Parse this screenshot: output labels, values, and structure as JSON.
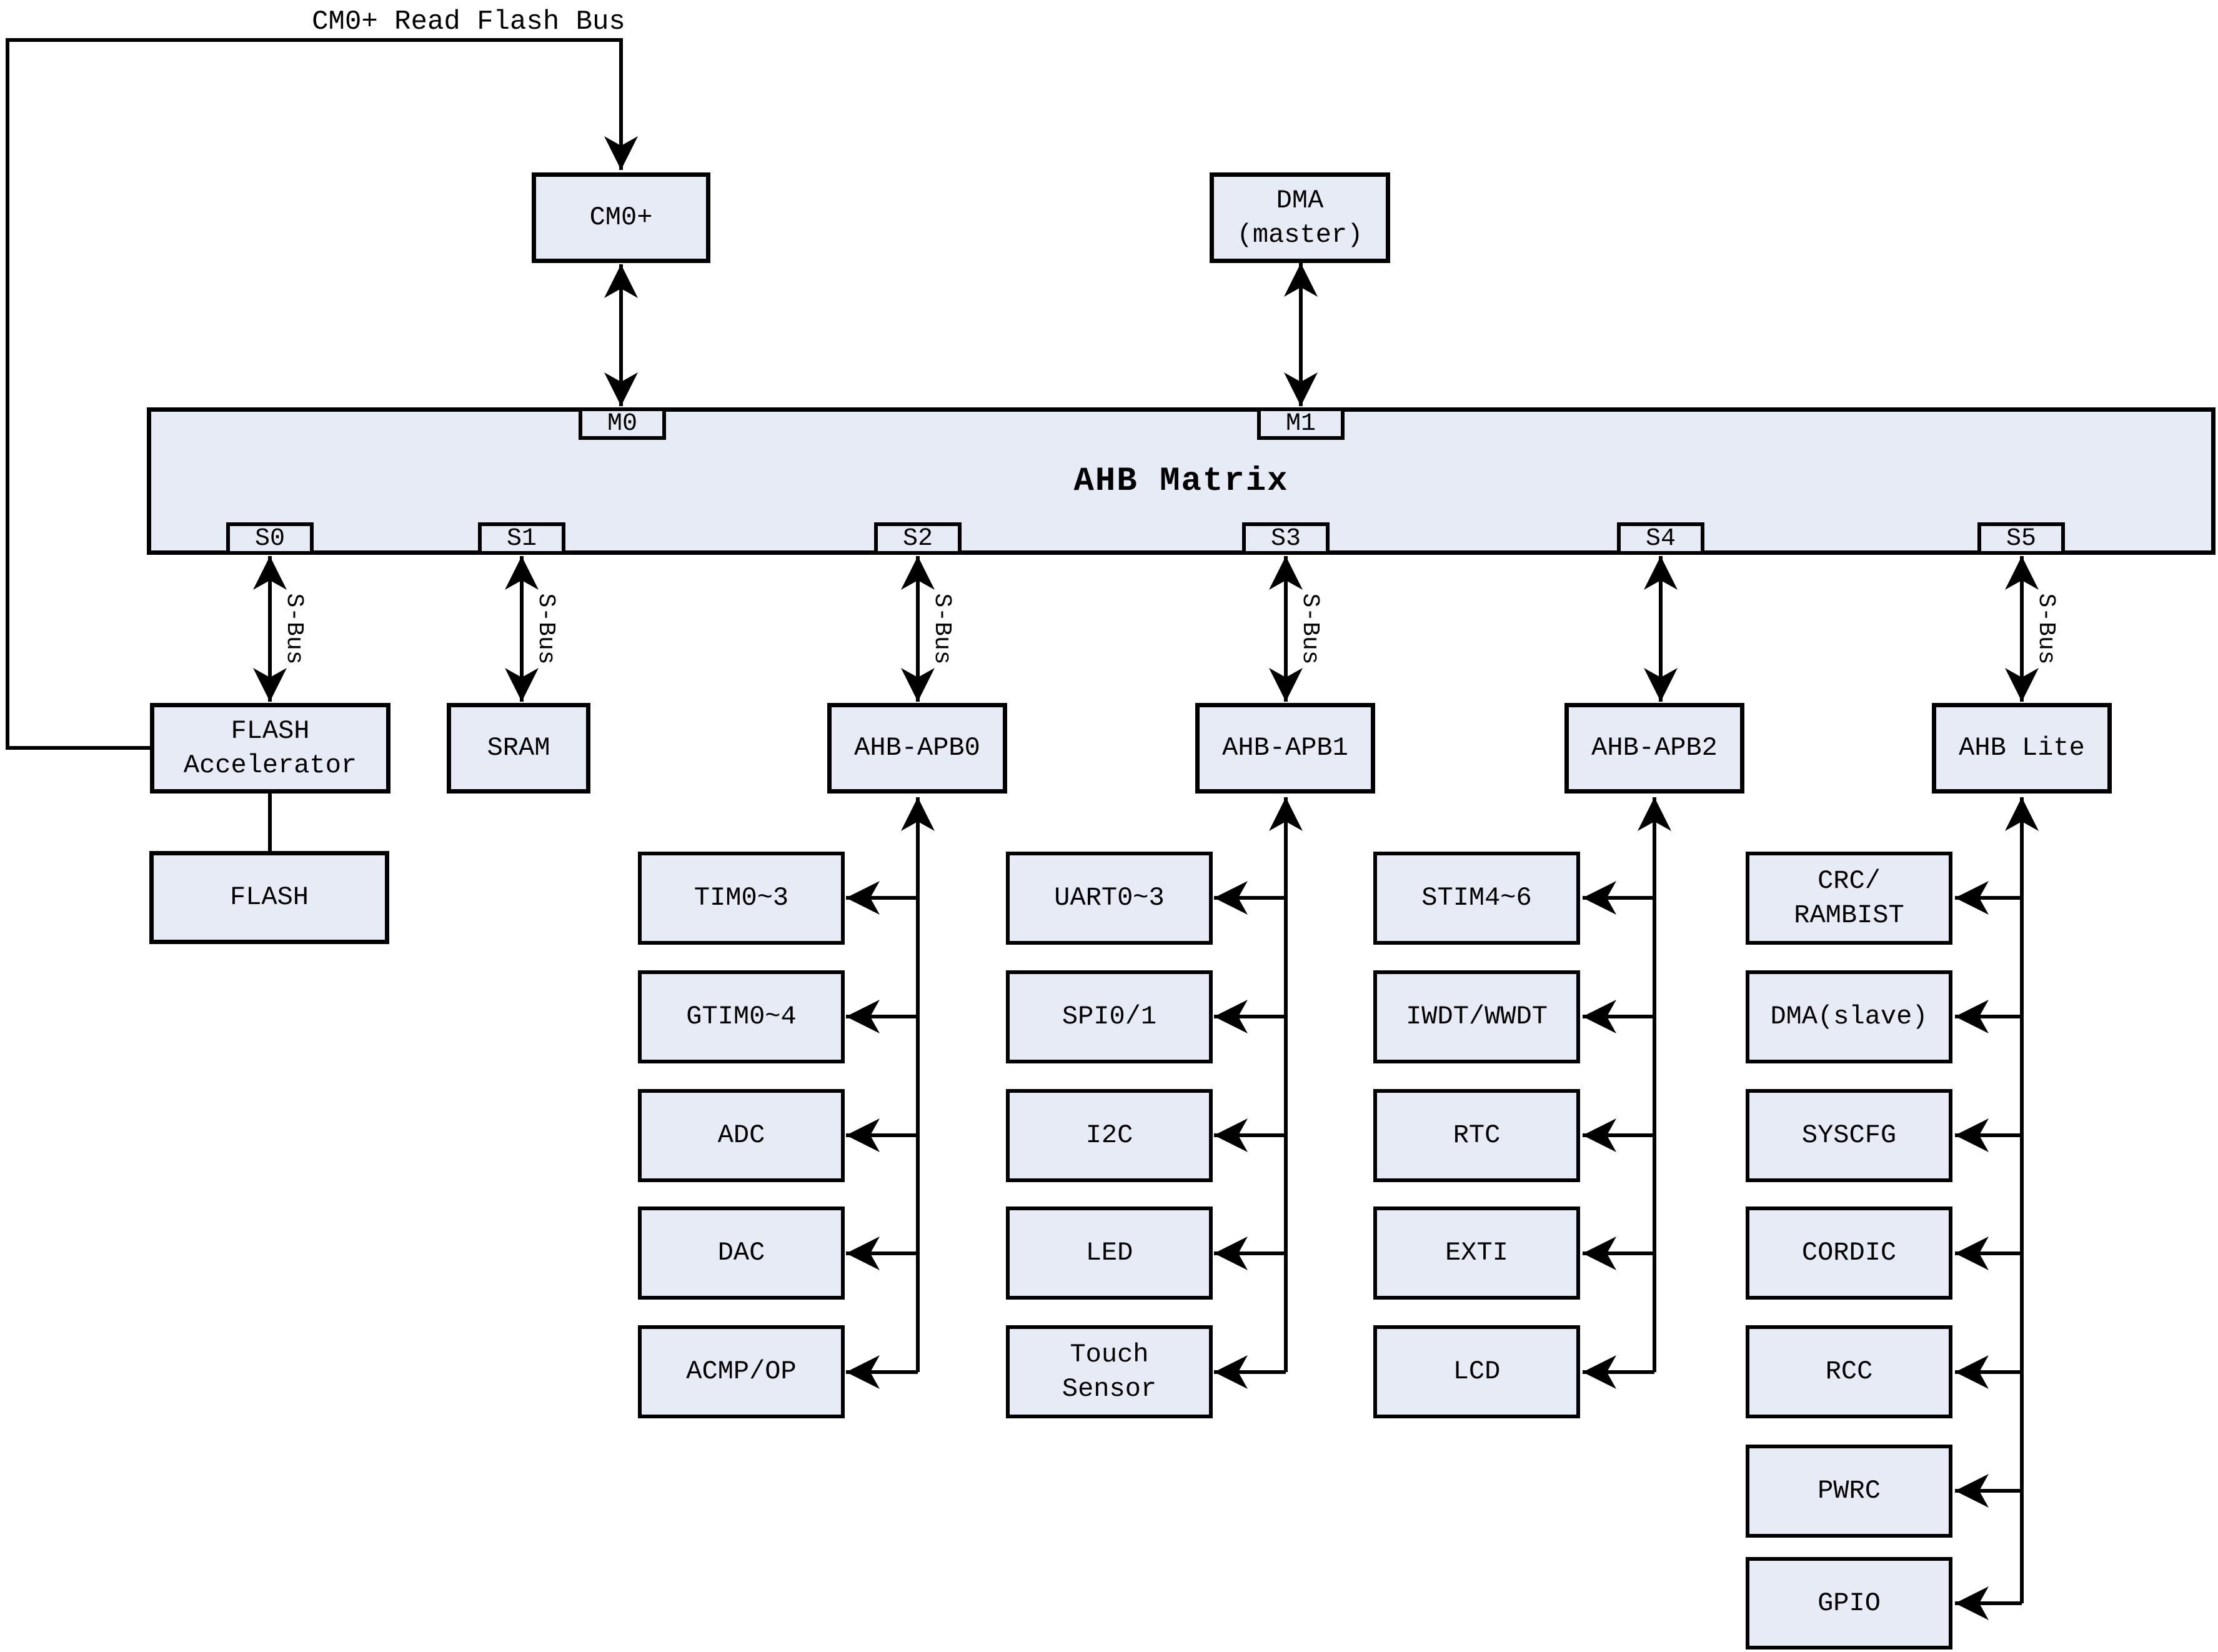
{
  "note": {
    "label": "CM0+ Read Flash Bus"
  },
  "colors": {
    "box_fill": "#E7EBF6",
    "line": "#000000",
    "background": "#FFFFFF"
  },
  "masters": {
    "cm0": "CM0+",
    "dma": "DMA\n(master)"
  },
  "matrix": {
    "label": "AHB Matrix",
    "master_ports": [
      "M0",
      "M1"
    ],
    "slave_ports": [
      "S0",
      "S1",
      "S2",
      "S3",
      "S4",
      "S5"
    ]
  },
  "sbus": {
    "label": "S-Bus"
  },
  "memory": {
    "flash_accelerator": "FLASH\nAccelerator",
    "flash": "FLASH",
    "sram": "SRAM"
  },
  "bridges": [
    "AHB-APB0",
    "AHB-APB1",
    "AHB-APB2",
    "AHB Lite"
  ],
  "peripherals": {
    "apb0": [
      "TIM0~3",
      "GTIM0~4",
      "ADC",
      "DAC",
      "ACMP/OP"
    ],
    "apb1": [
      "UART0~3",
      "SPI0/1",
      "I2C",
      "LED",
      "Touch\nSensor"
    ],
    "apb2": [
      "STIM4~6",
      "IWDT/WWDT",
      "RTC",
      "EXTI",
      "LCD"
    ],
    "ahb_lite": [
      "CRC/\nRAMBIST",
      "DMA(slave)",
      "SYSCFG",
      "CORDIC",
      "RCC",
      "PWRC",
      "GPIO"
    ]
  }
}
